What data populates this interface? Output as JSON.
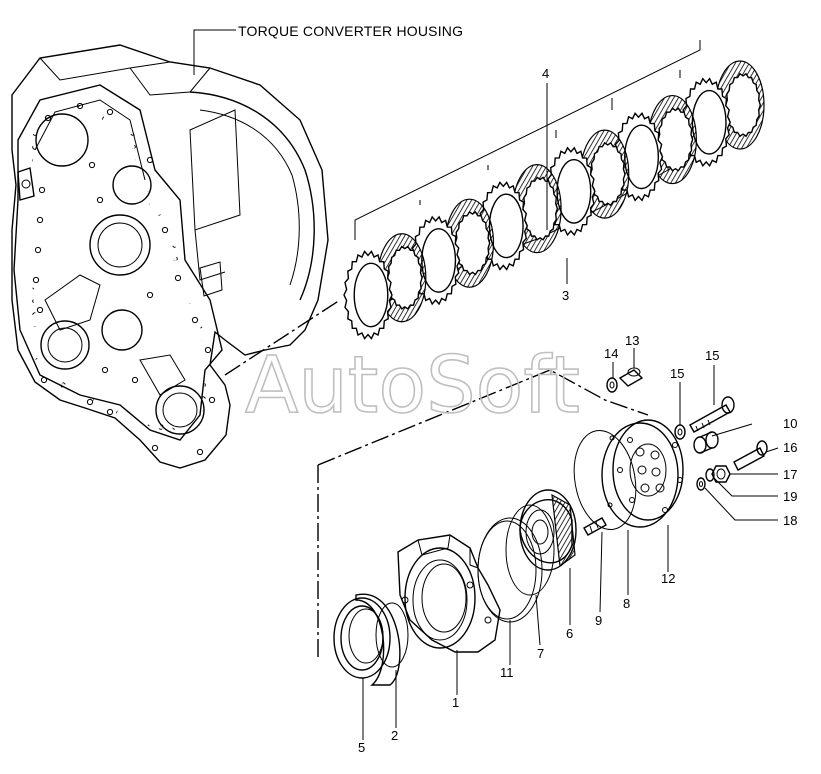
{
  "diagram": {
    "title_callout": "TORQUE CONVERTER HOUSING",
    "watermark": "AutoSoft",
    "part_numbers": [
      "1",
      "2",
      "3",
      "4",
      "5",
      "6",
      "7",
      "8",
      "9",
      "10",
      "11",
      "12",
      "13",
      "14",
      "15",
      "15",
      "16",
      "17",
      "18",
      "19"
    ]
  }
}
